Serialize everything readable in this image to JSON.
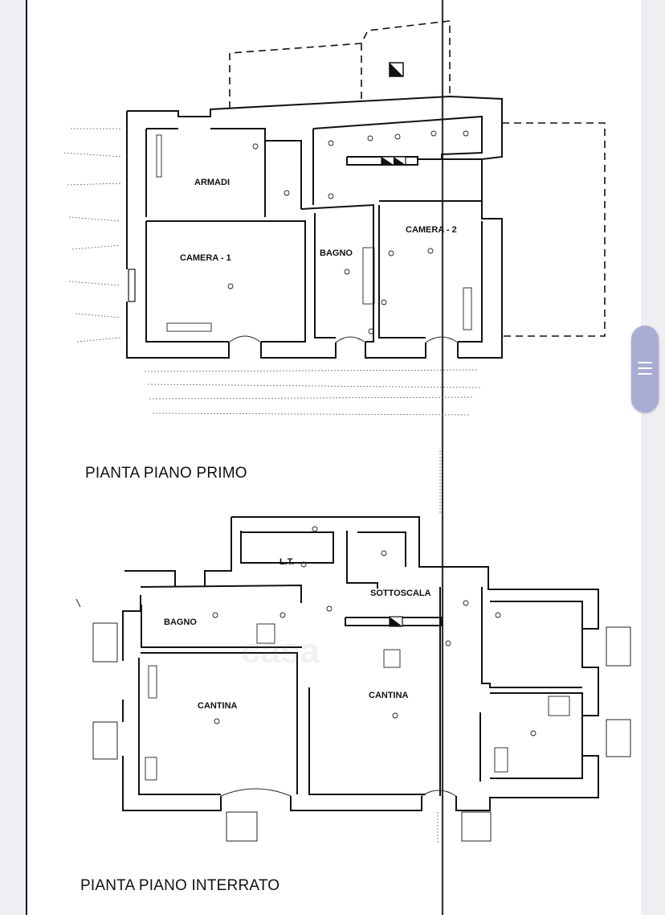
{
  "floor_plans": [
    {
      "title": "PIANTA PIANO PRIMO",
      "rooms": [
        "ARMADI",
        "CAMERA - 1",
        "BAGNO",
        "CAMERA - 2"
      ]
    },
    {
      "title": "PIANTA PIANO INTERRATO",
      "rooms": [
        "L.T.",
        "SOTTOSCALA",
        "BAGNO",
        "CANTINA",
        "CANTINA"
      ]
    }
  ],
  "watermark": "casa",
  "colors": {
    "background": "#eeeef3",
    "paper": "#ffffff",
    "ink": "#111111",
    "scroll_handle": "#a9add3"
  },
  "icons": {
    "scroll_handle": "menu-lines-icon",
    "staircase": "diagonal-square-icon"
  }
}
